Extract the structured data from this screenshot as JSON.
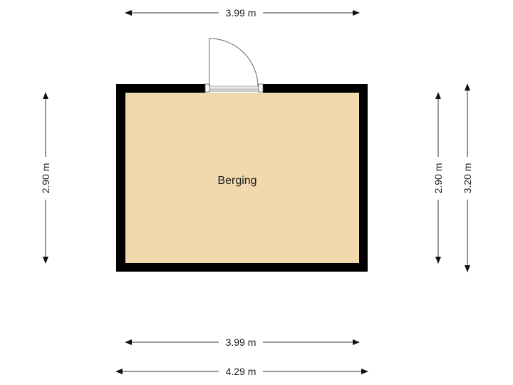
{
  "room": {
    "name": "Berging",
    "floor_color": "#f2d8ad",
    "wall_color": "#000000"
  },
  "dimensions": {
    "top_width": "3.99 m",
    "bottom_inner_width": "3.99 m",
    "bottom_outer_width": "4.29 m",
    "left_height": "2.90 m",
    "right_inner_height": "2.90 m",
    "right_outer_height": "3.20 m"
  },
  "door": {
    "type": "swing-door",
    "position": "top-wall"
  }
}
